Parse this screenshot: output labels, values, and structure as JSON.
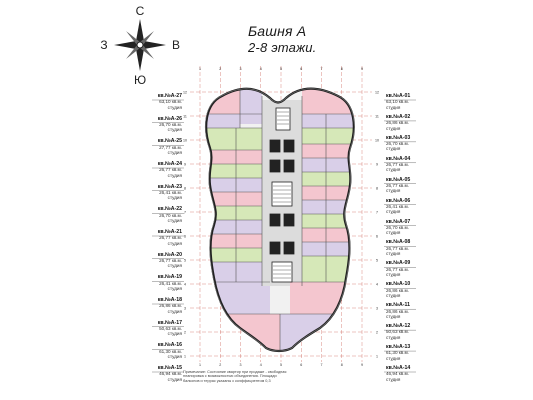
{
  "header": {
    "title": "Башня А",
    "subtitle": "2-8 этажи."
  },
  "compass": {
    "north": "С",
    "south": "Ю",
    "east": "В",
    "west": "З"
  },
  "grid": {
    "rows": [
      "12",
      "11",
      "10",
      "9",
      "8",
      "7",
      "6",
      "5",
      "4",
      "3",
      "2",
      "1"
    ],
    "cols": [
      "1",
      "2",
      "3",
      "4",
      "5",
      "6",
      "7",
      "8",
      "9"
    ]
  },
  "left_units": [
    {
      "name": "кв.№А-27",
      "area": "63,10 кв.м.",
      "type": "студия"
    },
    {
      "name": "кв.№А-26",
      "area": "26,70 кв.м.",
      "type": "студия"
    },
    {
      "name": "кв.№А-25",
      "area": "27,77 кв.м.",
      "type": "студия"
    },
    {
      "name": "кв.№А-24",
      "area": "26,77 кв.м.",
      "type": "студия"
    },
    {
      "name": "кв.№А-23",
      "area": "26,41 кв.м.",
      "type": "студия"
    },
    {
      "name": "кв.№А-22",
      "area": "26,70 кв.м.",
      "type": "студия"
    },
    {
      "name": "кв.№А-21",
      "area": "26,77 кв.м.",
      "type": "студия"
    },
    {
      "name": "кв.№А-20",
      "area": "26,77 кв.м.",
      "type": "студия"
    },
    {
      "name": "кв.№А-19",
      "area": "26,41 кв.м.",
      "type": "студия"
    },
    {
      "name": "кв.№А-18",
      "area": "26,86 кв.м.",
      "type": "студия"
    },
    {
      "name": "кв.№А-17",
      "area": "50,63 кв.м.",
      "type": "студия"
    },
    {
      "name": "кв.№А-16",
      "area": "61,30 кв.м.",
      "type": "студия"
    },
    {
      "name": "кв.№А-15",
      "area": "46,94 кв.м.",
      "type": "студия"
    }
  ],
  "right_units": [
    {
      "name": "кв.№А-01",
      "area": "63,10 кв.м.",
      "type": "студия"
    },
    {
      "name": "кв.№А-02",
      "area": "26,86 кв.м.",
      "type": "студия"
    },
    {
      "name": "кв.№А-03",
      "area": "26,70 кв.м.",
      "type": "студия"
    },
    {
      "name": "кв.№А-04",
      "area": "26,77 кв.м.",
      "type": "студия"
    },
    {
      "name": "кв.№А-05",
      "area": "26,77 кв.м.",
      "type": "студия"
    },
    {
      "name": "кв.№А-06",
      "area": "26,41 кв.м.",
      "type": "студия"
    },
    {
      "name": "кв.№А-07",
      "area": "26,70 кв.м.",
      "type": "студия"
    },
    {
      "name": "кв.№А-08",
      "area": "26,77 кв.м.",
      "type": "студия"
    },
    {
      "name": "кв.№А-09",
      "area": "26,77 кв.м.",
      "type": "студия"
    },
    {
      "name": "кв.№А-10",
      "area": "26,86 кв.м.",
      "type": "студия"
    },
    {
      "name": "кв.№А-11",
      "area": "26,86 кв.м.",
      "type": "студия"
    },
    {
      "name": "кв.№А-12",
      "area": "50,63 кв.м.",
      "type": "студия"
    },
    {
      "name": "кв.№А-13",
      "area": "61,30 кв.м.",
      "type": "студия"
    },
    {
      "name": "кв.№А-14",
      "area": "46,94 кв.м.",
      "type": "студия"
    }
  ],
  "note": "Примечание: Состояние квартир при продаже - свободная планировка с возможностью объединения. Площади балконов и террас указаны с коэффициентом 0,3",
  "colors": {
    "pink": "#f4c6cf",
    "lavender": "#d9cfe8",
    "green": "#d6e8b8",
    "gray": "#d7d7d7",
    "outline": "#333333",
    "gridline": "#c0392b"
  }
}
